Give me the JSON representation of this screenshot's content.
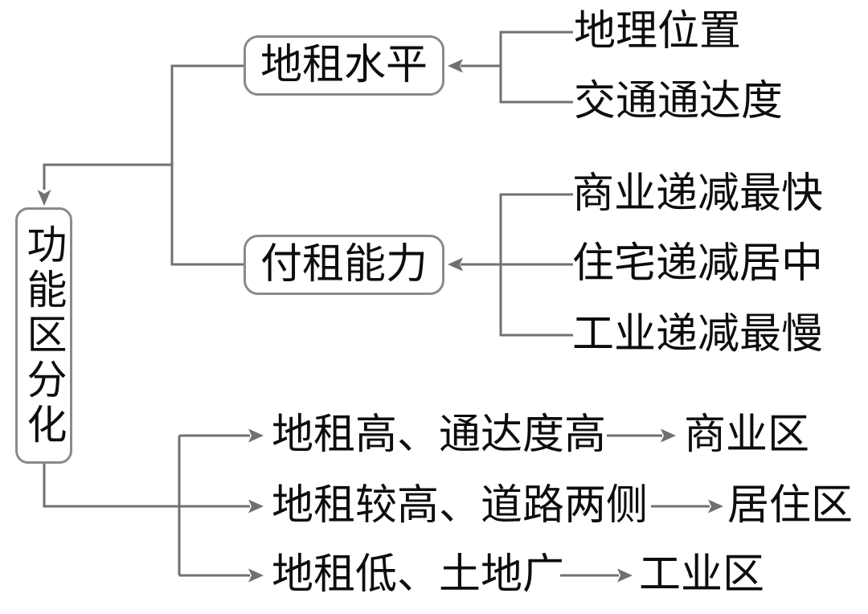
{
  "colors": {
    "background": "#ffffff",
    "line": "#707070",
    "box_border": "#8a8a8a",
    "text": "#0d0d0d"
  },
  "diagram": {
    "root": {
      "label": "功能区分化"
    },
    "rent_level": {
      "label": "地租水平",
      "factors": [
        "地理位置",
        "交通通达度"
      ]
    },
    "rent_ability": {
      "label": "付租能力",
      "factors": [
        "商业递减最快",
        "住宅递减居中",
        "工业递减最慢"
      ]
    },
    "outcomes": [
      {
        "condition": "地租高、通达度高",
        "zone": "商业区"
      },
      {
        "condition": "地租较高、道路两侧",
        "zone": "居住区"
      },
      {
        "condition": "地租低、土地广",
        "zone": "工业区"
      }
    ]
  }
}
